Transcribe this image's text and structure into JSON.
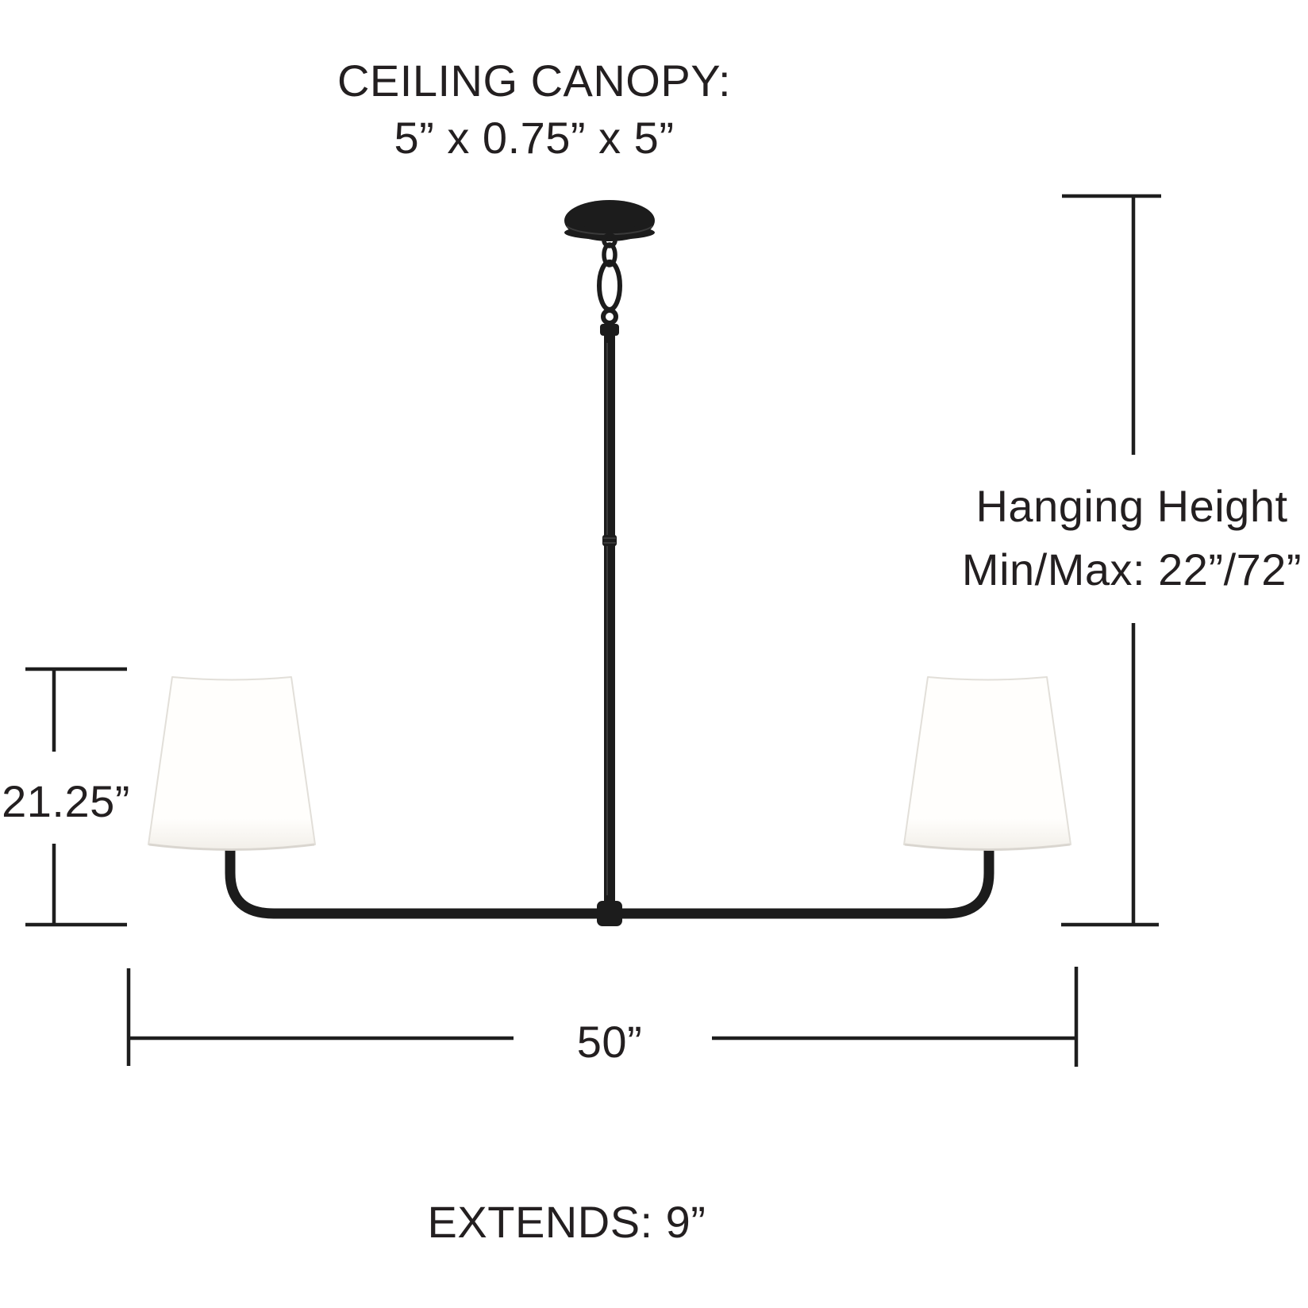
{
  "diagram": {
    "canopy_label": {
      "line1": "CEILING CANOPY:",
      "line2": "5” x 0.75” x 5”"
    },
    "hanging_height_label": {
      "line1": "Hanging Height",
      "line2": "Min/Max: 22”/72”"
    },
    "shade_height_value": "21.25”",
    "fixture_width_value": "50”",
    "extends_label": "EXTENDS: 9”"
  },
  "colors": {
    "background": "#ffffff",
    "ink": "#231f20",
    "dimension_line": "#1e1e1e",
    "fixture_black": "#1c1c1c",
    "fixture_highlight": "#3a3a3a",
    "shade_white": "#fffefc",
    "shade_tint": "#f2efe9",
    "shade_edge": "#e2dfd9",
    "shade_shadow": "#d7d3cc"
  }
}
